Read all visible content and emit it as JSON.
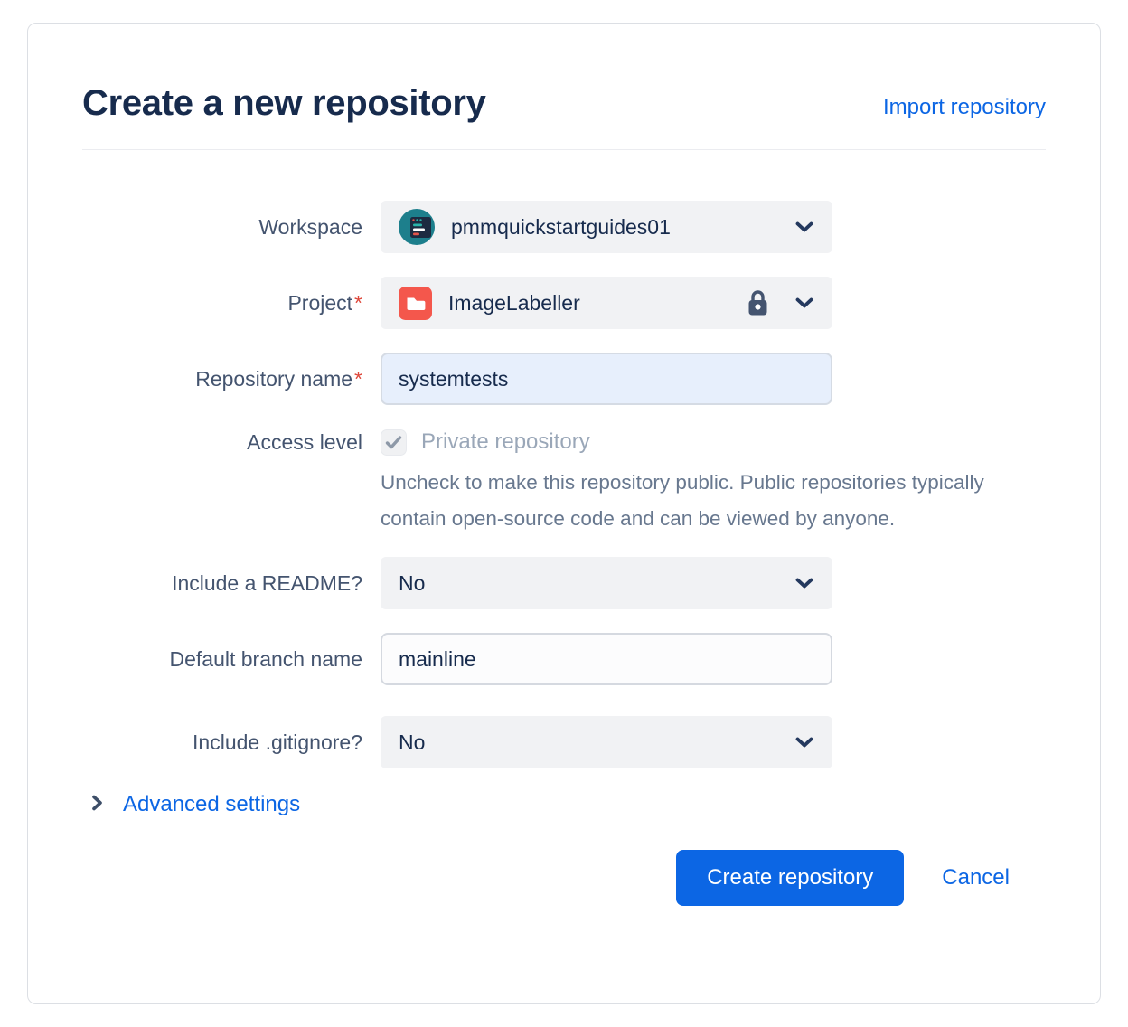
{
  "page": {
    "title": "Create a new repository",
    "import_link": "Import repository"
  },
  "form": {
    "workspace": {
      "label": "Workspace",
      "value": "pmmquickstartguides01",
      "icon": "workspace-avatar-icon"
    },
    "project": {
      "label": "Project",
      "required_mark": "*",
      "value": "ImageLabeller",
      "icon": "project-folder-icon",
      "lock_icon": "lock-icon"
    },
    "repository_name": {
      "label": "Repository name",
      "required_mark": "*",
      "value": "systemtests"
    },
    "access_level": {
      "label": "Access level",
      "checkbox_checked": true,
      "checkbox_label": "Private repository",
      "help_text": "Uncheck to make this repository public. Public repositories typically contain open-source code and can be viewed by anyone."
    },
    "include_readme": {
      "label": "Include a README?",
      "value": "No"
    },
    "default_branch": {
      "label": "Default branch name",
      "value": "mainline"
    },
    "include_gitignore": {
      "label": "Include .gitignore?",
      "value": "No"
    },
    "advanced_settings": {
      "label": "Advanced settings"
    }
  },
  "footer": {
    "create_label": "Create repository",
    "cancel_label": "Cancel"
  },
  "colors": {
    "primary_blue": "#0C66E4",
    "title_navy": "#172B4D",
    "label_slate": "#44546F",
    "required_red": "#DE483B",
    "avatar_teal": "#1D7F8C",
    "folder_red": "#F4574C",
    "field_gray": "#F1F2F4",
    "focused_input_fill": "#E7EFFC"
  }
}
